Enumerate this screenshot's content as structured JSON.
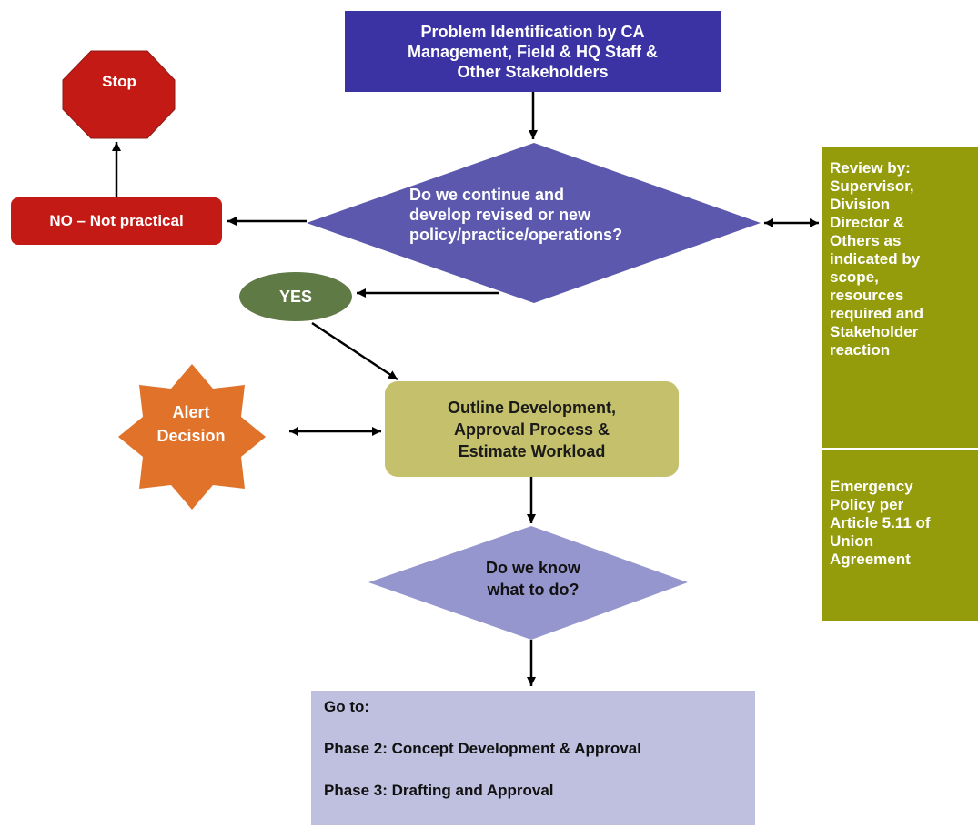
{
  "nodes": {
    "problem": "Problem Identification by CA\nManagement, Field & HQ Staff &\nOther Stakeholders",
    "decision1": "Do we continue and\ndevelop revised or new\npolicy/practice/operations?",
    "no_not_practical": "NO – Not practical",
    "stop": "Stop",
    "yes": "YES",
    "outline": "Outline Development,\nApproval Process &\nEstimate Workload",
    "alert": "Alert\nDecision",
    "decision2": "Do we know\nwhat to do?",
    "goto": {
      "line1": "Go to:",
      "line2": "Phase 2: Concept Development & Approval",
      "line3": "Phase 3: Drafting and Approval"
    }
  },
  "side_panel": {
    "review": "Review by:\nSupervisor,\nDivision\nDirector &\nOthers as\nindicated by\nscope,\nresources\nrequired and\nStakeholder\nreaction",
    "emergency": "Emergency\nPolicy per\nArticle 5.11 of\nUnion\nAgreement"
  },
  "colors": {
    "problem_fill": "#3b33a3",
    "decision1_fill": "#5b58ad",
    "no_fill": "#c41a16",
    "stop_fill": "#c41a16",
    "yes_fill": "#5f7a45",
    "outline_fill": "#c5c06b",
    "alert_fill": "#e0722a",
    "decision2_fill": "#9696cf",
    "goto_fill": "#bfc0e0",
    "side_panel_fill": "#949c0c",
    "arrow": "#000000"
  }
}
